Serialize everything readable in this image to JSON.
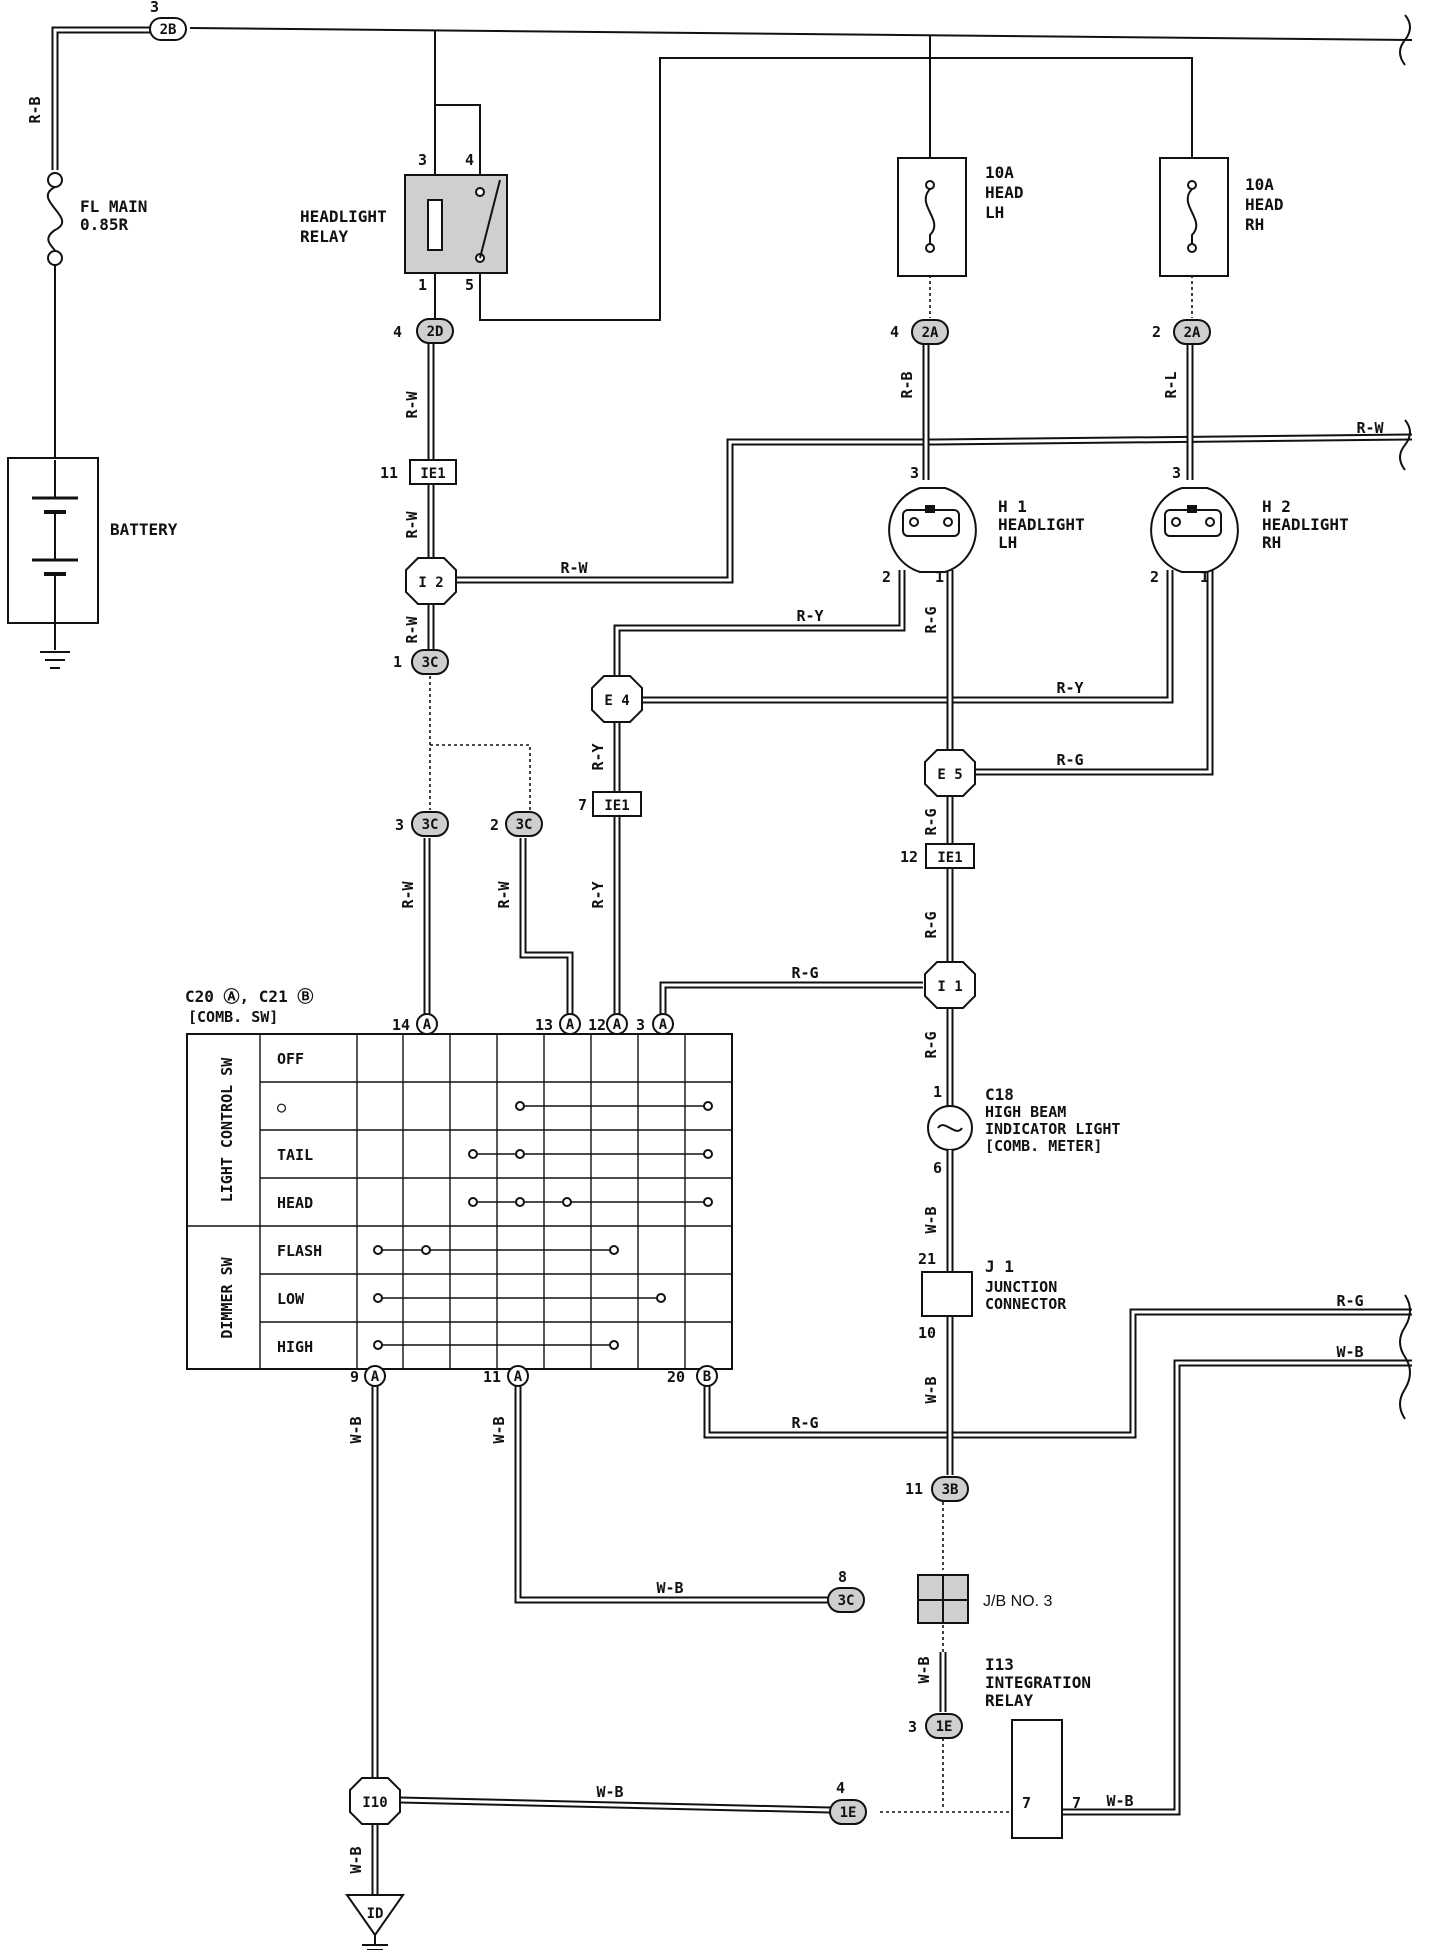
{
  "fuse_main": {
    "name": "FL MAIN",
    "rating": "0.85R"
  },
  "battery": {
    "label": "BATTERY"
  },
  "headlight_relay": {
    "line1": "HEADLIGHT",
    "line2": "RELAY",
    "pins": [
      "3",
      "4",
      "1",
      "5"
    ]
  },
  "fuse_lh": {
    "line1": "10A",
    "line2": "HEAD",
    "line3": "LH"
  },
  "fuse_rh": {
    "line1": "10A",
    "line2": "HEAD",
    "line3": "RH"
  },
  "headlight_lh": {
    "code": "H 1",
    "line1": "HEADLIGHT",
    "line2": "LH",
    "pins": [
      "3",
      "2",
      "1"
    ]
  },
  "headlight_rh": {
    "code": "H 2",
    "line1": "HEADLIGHT",
    "line2": "RH",
    "pins": [
      "3",
      "2",
      "1"
    ]
  },
  "comb_sw": {
    "title": "C20 Ⓐ, C21 Ⓑ",
    "subtitle": "[COMB. SW]",
    "group1": "LIGHT CONTROL SW",
    "group2": "DIMMER SW",
    "rows": [
      "OFF",
      "○",
      "TAIL",
      "HEAD",
      "FLASH",
      "LOW",
      "HIGH"
    ],
    "top_pins": [
      "14",
      "13",
      "12",
      "3"
    ],
    "bottom_pins": [
      "9",
      "11",
      "20"
    ]
  },
  "indicator": {
    "code": "C18",
    "line1": "HIGH BEAM",
    "line2": "INDICATOR LIGHT",
    "line3": "[COMB. METER]",
    "pins": [
      "1",
      "6"
    ]
  },
  "junction": {
    "code": "J 1",
    "line1": "JUNCTION",
    "line2": "CONNECTOR",
    "pins": [
      "21",
      "10"
    ]
  },
  "jb3": {
    "label": "J/B NO. 3"
  },
  "integration_relay": {
    "code": "I13",
    "line1": "INTEGRATION",
    "line2": "RELAY",
    "pin": "7"
  },
  "ground": {
    "code": "ID"
  },
  "connectors": {
    "c2b": "2B",
    "c2d": "2D",
    "c2a_lh": "2A",
    "c2a_rh": "2A",
    "ie1_top": "IE1",
    "ie1_mid": "IE1",
    "ie1_right": "IE1",
    "c3c_1": "3C",
    "c3c_3": "3C",
    "c3c_2": "3C",
    "c3c_8": "3C",
    "c3b": "3B",
    "c1e_3": "1E",
    "c1e_4": "1E",
    "i2": "I 2",
    "e4": "E 4",
    "e5": "E 5",
    "i1": "I 1",
    "i10": "I10"
  },
  "pin_numbers": {
    "c2b": "3",
    "c2d": "4",
    "c2a_lh": "4",
    "c2a_rh": "2",
    "ie1_top": "11",
    "ie1_mid": "7",
    "ie1_right": "12",
    "c3c_1": "1",
    "c3c_3": "3",
    "c3c_2": "2",
    "c3c_8": "8",
    "c3b": "11",
    "c1e_3": "3",
    "c1e_4": "4"
  },
  "wire_colors": {
    "rb_left": "R-B",
    "rw_a": "R-W",
    "rw_b": "R-W",
    "rw_c": "R-W",
    "rw_d": "R-W",
    "rw_e": "R-W",
    "rw_f": "R-W",
    "rw_right": "R-W",
    "rb_lh": "R-B",
    "rl_rh": "R-L",
    "ry_a": "R-Y",
    "ry_b": "R-Y",
    "ry_c": "R-Y",
    "ry_d": "R-Y",
    "rg_a": "R-G",
    "rg_b": "R-G",
    "rg_c": "R-G",
    "rg_d": "R-G",
    "rg_e": "R-G",
    "rg_f": "R-G",
    "rg_right": "R-G",
    "wb_a": "W-B",
    "wb_b": "W-B",
    "wb_c": "W-B",
    "wb_d": "W-B",
    "wb_e": "W-B",
    "wb_f": "W-B",
    "wb_g": "W-B",
    "wb_h": "W-B",
    "wb_right": "W-B"
  }
}
